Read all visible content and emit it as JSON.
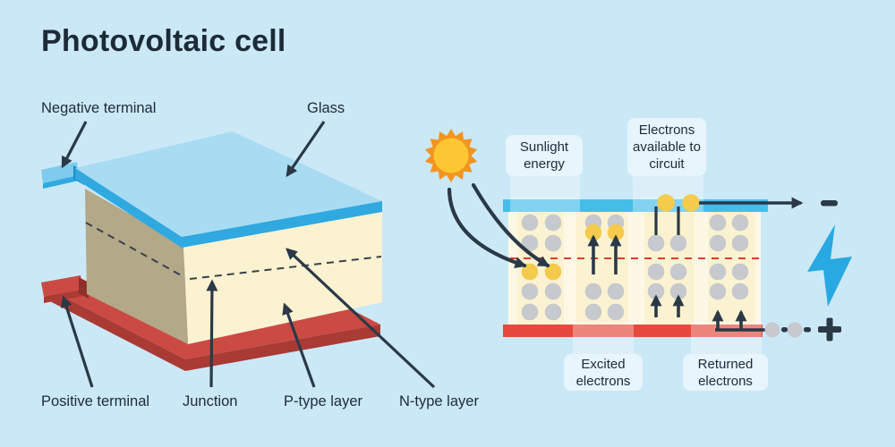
{
  "title": "Photovoltaic cell",
  "left_diagram": {
    "labels": {
      "negative_terminal": "Negative terminal",
      "glass": "Glass",
      "positive_terminal": "Positive terminal",
      "junction": "Junction",
      "p_type_layer": "P-type layer",
      "n_type_layer": "N-type layer"
    }
  },
  "right_diagram": {
    "labels": {
      "sunlight_energy": "Sunlight energy",
      "electrons_available": "Electrons available to circuit",
      "excited_electrons": "Excited electrons",
      "returned_electrons": "Returned electrons"
    },
    "icons": {
      "sun": "sun-icon",
      "lightning": "lightning-bolt-icon",
      "negative_terminal": "minus-icon",
      "positive_terminal": "plus-icon"
    }
  },
  "colors": {
    "background": "#cbe8f7",
    "text": "#1d2b39",
    "glass_blue": "#a9dcf2",
    "glass_edge_blue": "#2fa9e0",
    "glass_tab_blue": "#7ecbed",
    "conductor_blue": "#45bde9",
    "cell_cream": "#fbf2d1",
    "cell_cream_light": "#fdf8e6",
    "cell_side_tan": "#b3a887",
    "terminal_red": "#cb4a43",
    "terminal_red_dark": "#a93a34",
    "terminal_red_bright": "#e6493d",
    "electron_gray": "#c6c9cd",
    "electron_yellow": "#f5cb4e",
    "sun_orange": "#f3941f",
    "sun_core_yellow": "#fcc733",
    "bolt_blue": "#29a9e1",
    "arrow_navy": "#2b3947",
    "junction_red": "#e03a2b",
    "label_box": "#e9f5fc"
  }
}
